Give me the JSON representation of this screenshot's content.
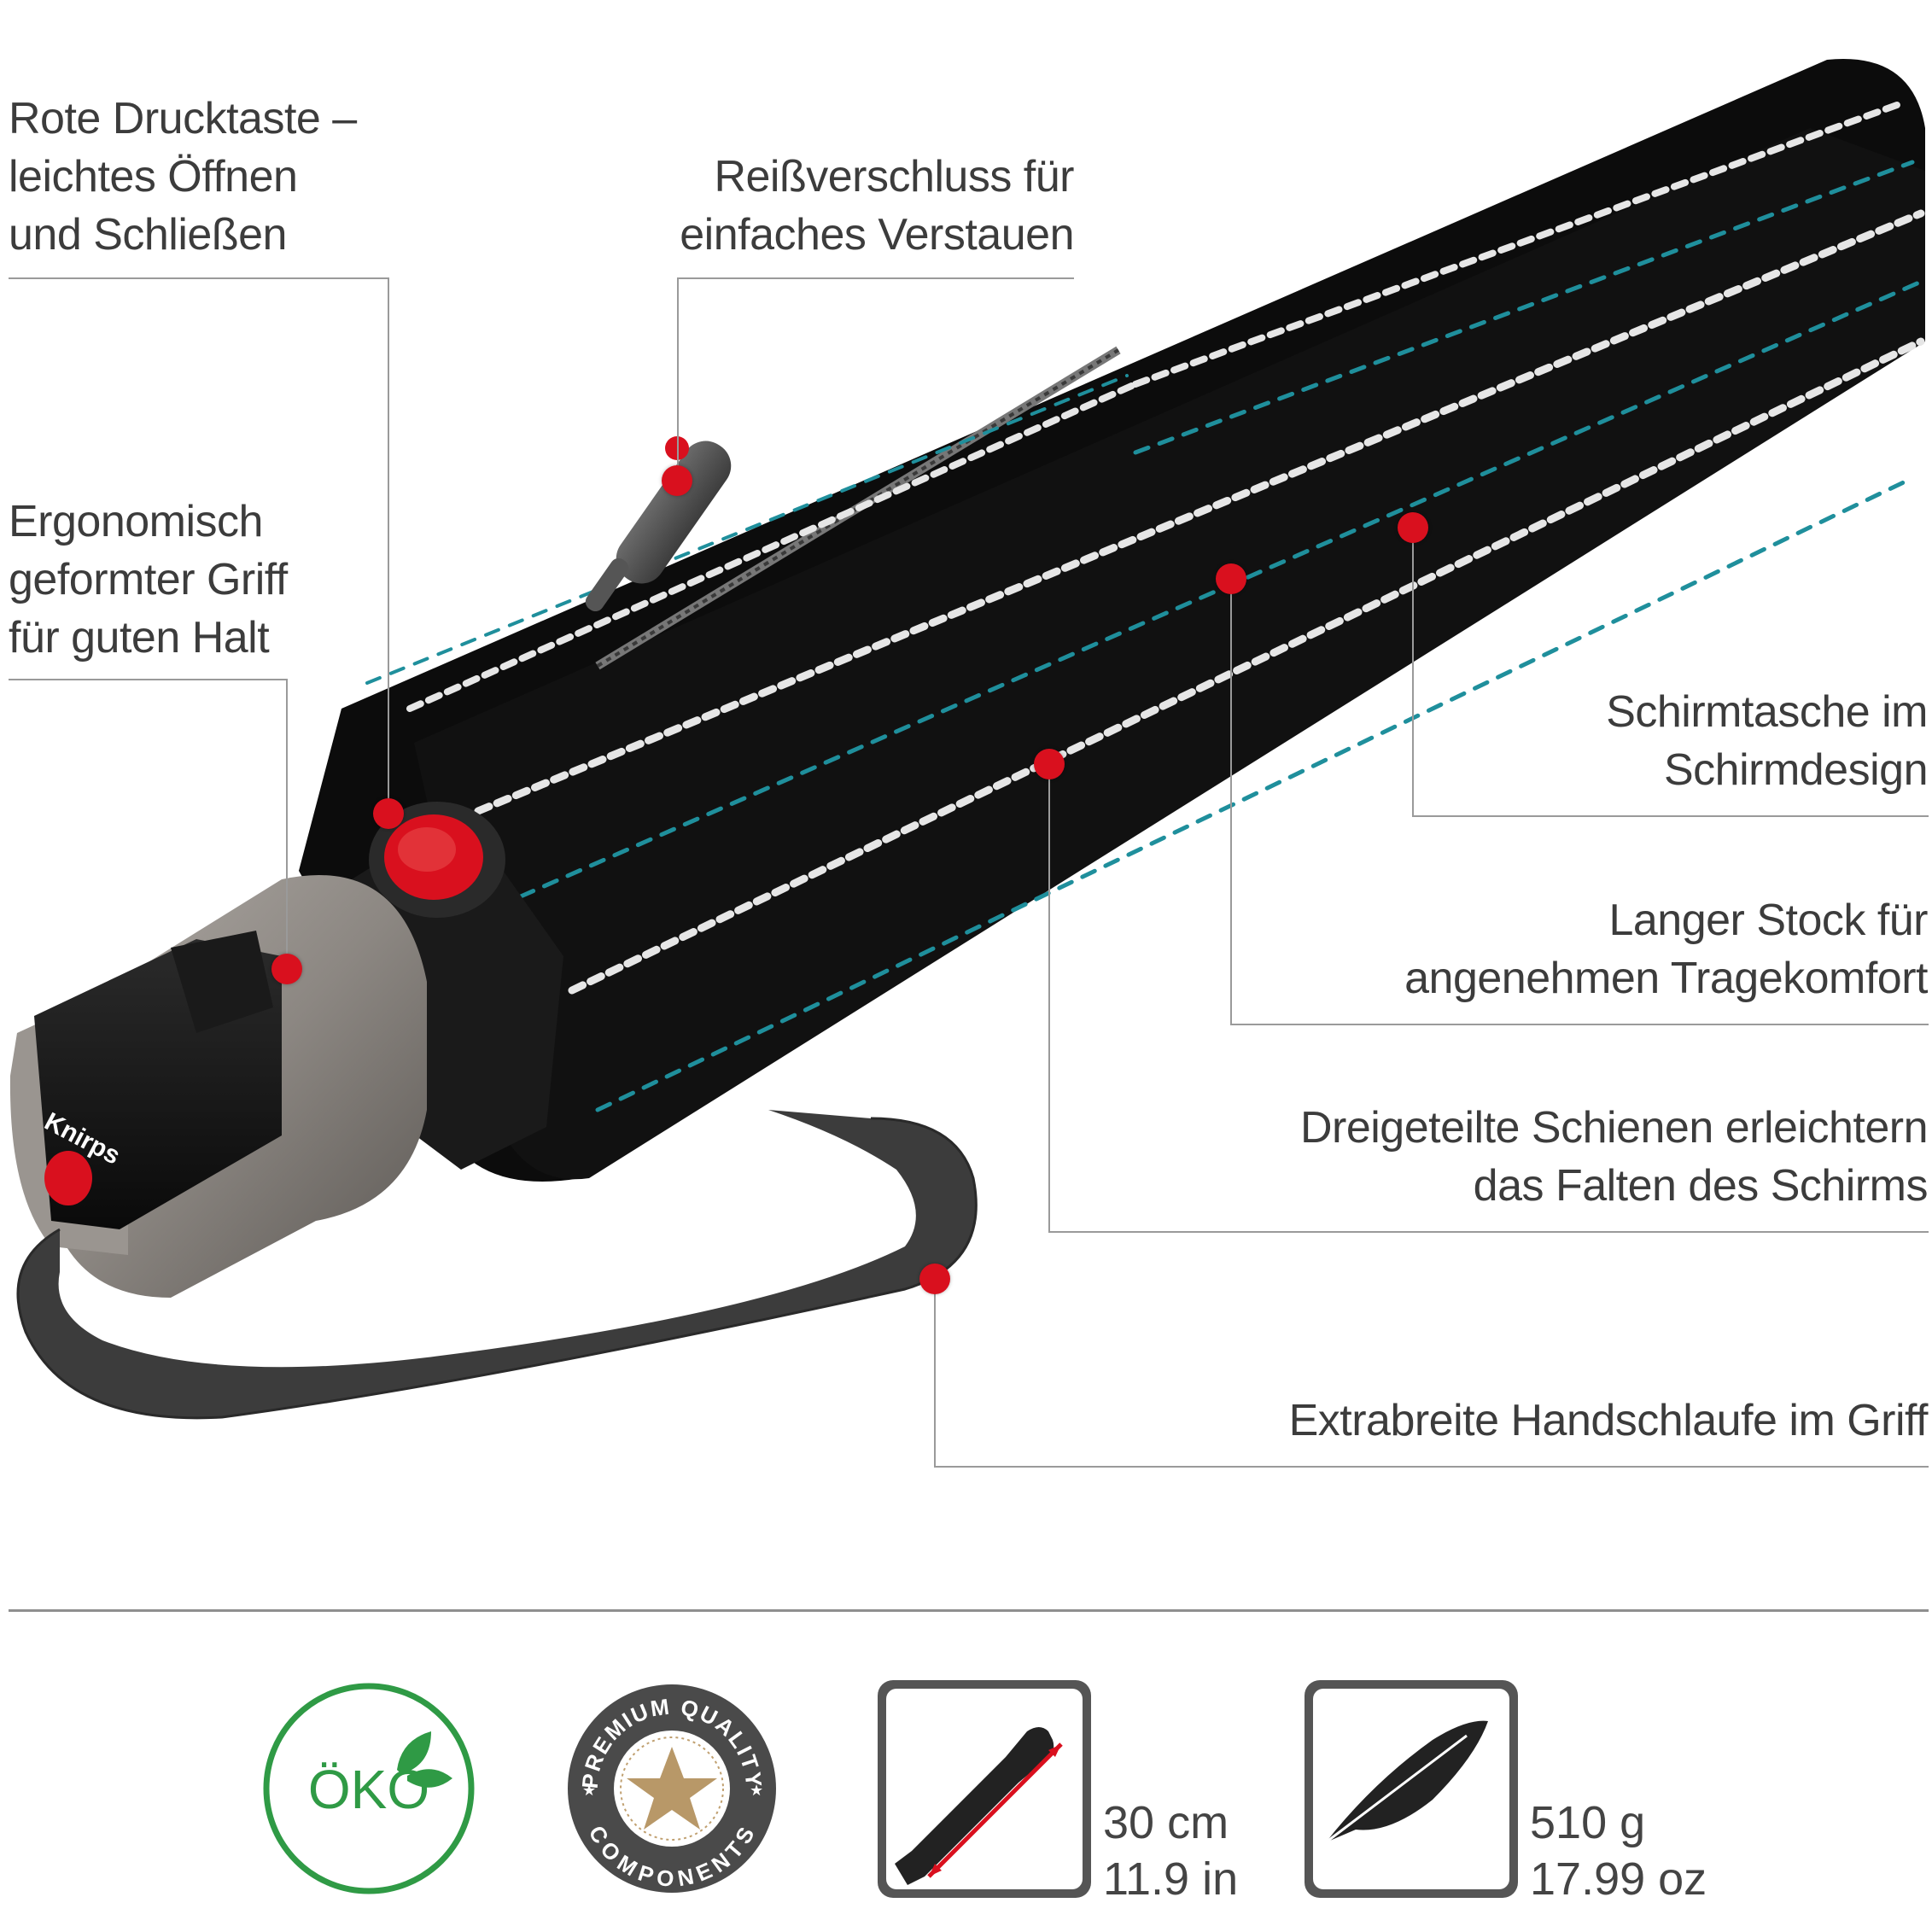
{
  "callouts": {
    "button": [
      "Rote Drucktaste –",
      "leichtes Öffnen",
      "und Schließen"
    ],
    "zipper": [
      "Reißverschluss für",
      "einfaches Verstauen"
    ],
    "grip": [
      "Ergonomisch",
      "geformter Griff",
      "für guten Halt"
    ],
    "case": [
      "Schirmtasche im",
      "Schirmdesign"
    ],
    "shaft": [
      "Langer Stock für",
      "angenehmen Tragekomfort"
    ],
    "ribs": [
      "Dreigeteilte Schienen erleichtern",
      "das Falten des Schirms"
    ],
    "strap": [
      "Extrabreite Handschlaufe im Griff"
    ]
  },
  "badges": {
    "eco": "ÖKO",
    "premium_top": "PREMIUM QUALITY",
    "premium_bottom": "COMPONENTS"
  },
  "specs": {
    "length": [
      "30 cm",
      "11.9 in"
    ],
    "weight": [
      "510 g",
      "17.99 oz"
    ]
  },
  "colors": {
    "accent_red": "#d9101e",
    "eco_green": "#2f9a45",
    "umbrella_black": "#0d0d0d",
    "stripe_teal": "#1f8f9c",
    "handle_grey": "#8a8580"
  },
  "icons": [
    "umbrella-product-image",
    "eco-badge-icon",
    "premium-quality-badge-icon",
    "length-icon",
    "feather-icon"
  ]
}
